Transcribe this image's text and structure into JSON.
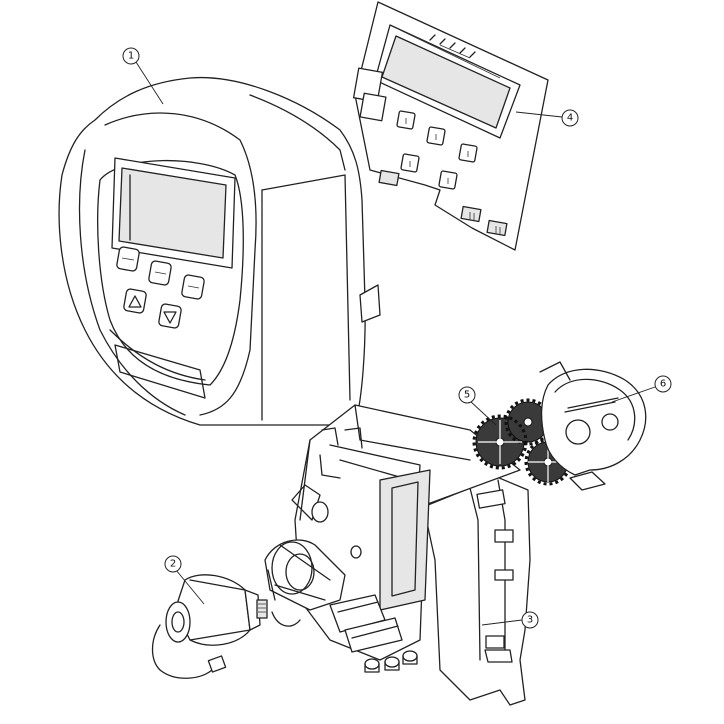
{
  "callouts": [
    {
      "id": "1",
      "label": "1"
    },
    {
      "id": "2",
      "label": "2"
    },
    {
      "id": "3",
      "label": "3"
    },
    {
      "id": "4",
      "label": "4"
    },
    {
      "id": "5",
      "label": "5"
    },
    {
      "id": "6",
      "label": "6"
    }
  ],
  "colors": {
    "line": "#222222",
    "background": "#ffffff",
    "gear_fill": "#3a3a3a"
  }
}
